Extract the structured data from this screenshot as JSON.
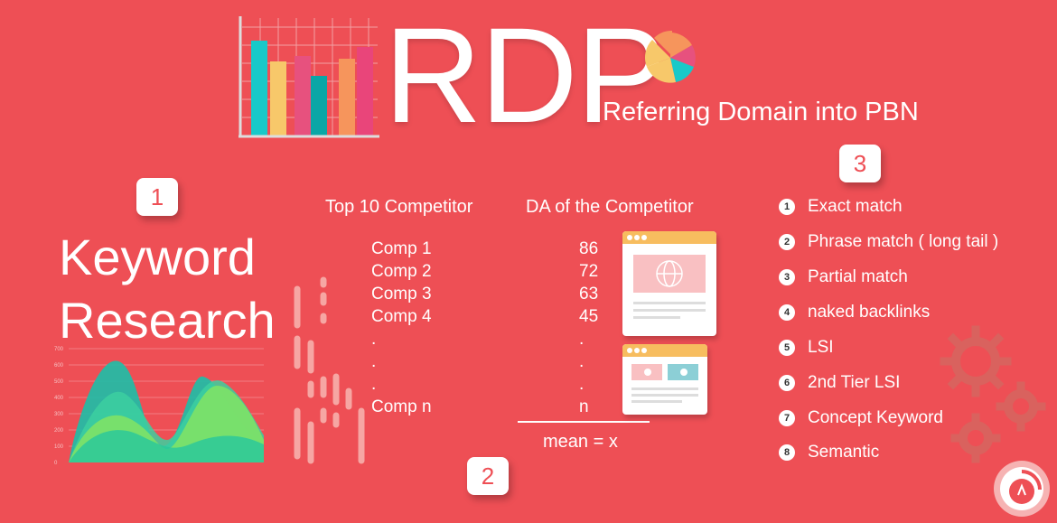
{
  "header": {
    "title": "RDP",
    "subtitle": "Referring Domain into PBN"
  },
  "badges": {
    "one": "1",
    "two": "2",
    "three": "3"
  },
  "keyword_section": {
    "title": "Keyword Research"
  },
  "competitors": {
    "col1_header": "Top 10 Competitor",
    "col2_header": "DA of the Competitor",
    "rows": [
      {
        "name": "Comp 1",
        "da": "86"
      },
      {
        "name": "Comp 2",
        "da": "72"
      },
      {
        "name": "Comp 3",
        "da": "63"
      },
      {
        "name": "Comp 4",
        "da": "45"
      },
      {
        "name": ".",
        "da": "."
      },
      {
        "name": ".",
        "da": "."
      },
      {
        "name": ".",
        "da": "."
      },
      {
        "name": "Comp n",
        "da": "n"
      }
    ],
    "mean": "mean = x"
  },
  "match_types": [
    {
      "num": "1",
      "label": "Exact match"
    },
    {
      "num": "2",
      "label": "Phrase match ( long tail )"
    },
    {
      "num": "3",
      "label": "Partial match"
    },
    {
      "num": "4",
      "label": "naked backlinks"
    },
    {
      "num": "5",
      "label": "LSI"
    },
    {
      "num": "6",
      "label": "2nd Tier LSI"
    },
    {
      "num": "7",
      "label": "Concept Keyword"
    },
    {
      "num": "8",
      "label": "Semantic"
    }
  ],
  "mini_chart": {
    "y_ticks": [
      "700",
      "600",
      "500",
      "400",
      "300",
      "200",
      "100",
      "0"
    ]
  },
  "colors": {
    "background": "#ee4f55",
    "bar_colors": [
      "#18c9c9",
      "#f7c86a",
      "#e7517e",
      "#0aa6a6",
      "#f6955c",
      "#e9457a"
    ]
  },
  "icons": [
    "bar-chart-icon",
    "pie-chart-icon",
    "browser-globe-icon",
    "browser-media-icon",
    "gear-icon",
    "logo-icon"
  ]
}
